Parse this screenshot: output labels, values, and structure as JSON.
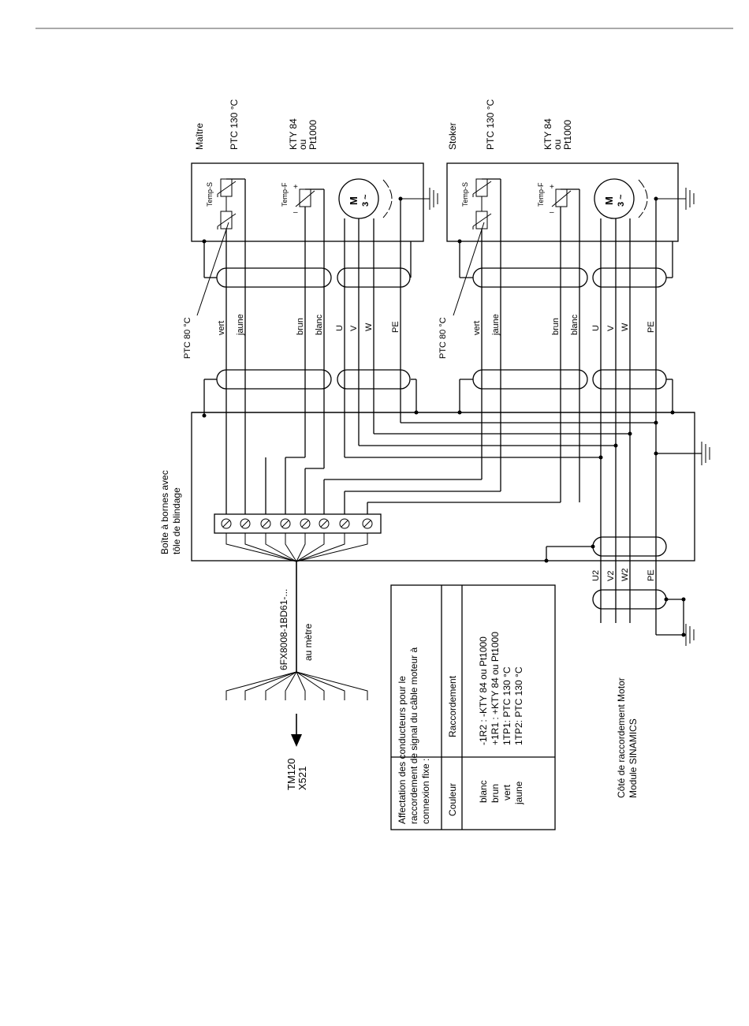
{
  "master": {
    "title": "Maître",
    "ptc130": "PTC 130 °C",
    "kty_1": "KTY 84",
    "kty_2": "ou",
    "kty_3": "Pt1000",
    "temp_s": "Temp-S",
    "temp_f": "Temp-F",
    "motor_m": "M",
    "motor_3": "3 ~",
    "ptc80": "PTC 80 °C",
    "wires": [
      "vert",
      "jaune",
      "brun",
      "blanc",
      "U",
      "V",
      "W",
      "PE"
    ]
  },
  "slave": {
    "title": "Stoker",
    "ptc130": "PTC 130 °C",
    "kty_1": "KTY 84",
    "kty_2": "ou",
    "kty_3": "Pt1000",
    "temp_s": "Temp-S",
    "temp_f": "Temp-F",
    "motor_m": "M",
    "motor_3": "3 ~",
    "ptc80": "PTC 80 °C",
    "wires": [
      "vert",
      "jaune",
      "brun",
      "blanc",
      "U",
      "V",
      "W",
      "PE"
    ]
  },
  "terminal_box": {
    "line1": "Boîte à bornes avec",
    "line2": "tôle de blindage"
  },
  "cable": {
    "code": "6FX8008-1BD61-...",
    "unit": "au mètre"
  },
  "target": {
    "line1": "TM120",
    "line2": "X521"
  },
  "module_terminals": [
    "U2",
    "V2",
    "W2",
    "PE"
  ],
  "module_side": {
    "line1": "Côté de raccordement Motor",
    "line2": "Module SINAMICS"
  },
  "table": {
    "title_1": "Affectation des conducteurs pour le",
    "title_2": "raccordement de signal du câble moteur à",
    "title_3": "connexion fixe :",
    "col_color": "Couleur",
    "col_conn": "Raccordement",
    "rows": [
      {
        "color": "blanc",
        "conn": "-1R2 : -KTY 84 ou Pt1000"
      },
      {
        "color": "brun",
        "conn": "+1R1 : +KTY 84 ou Pt1000"
      },
      {
        "color": "vert",
        "conn": "1TP1:  PTC 130 °C"
      },
      {
        "color": "jaune",
        "conn": "1TP2:  PTC 130 °C"
      }
    ]
  }
}
